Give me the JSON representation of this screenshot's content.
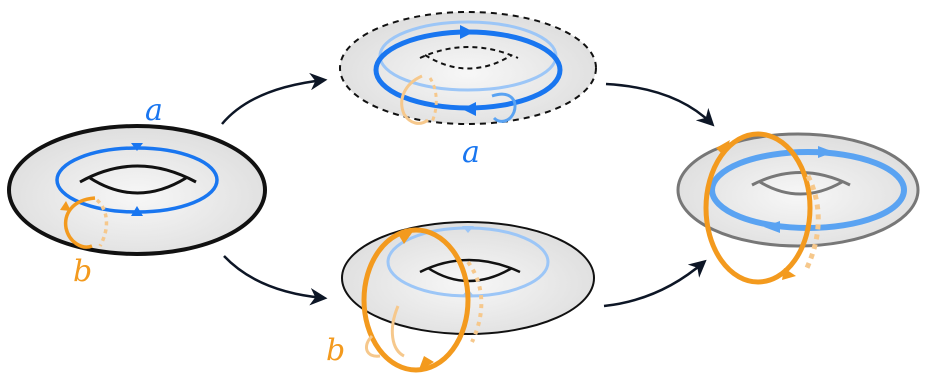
{
  "labels": {
    "left_a": "a",
    "left_b": "b",
    "top_a": "a",
    "bottom_b": "b"
  },
  "colors": {
    "blue": "#1976f0",
    "light_blue": "#9cc6f7",
    "mid_blue": "#5aa3f2",
    "orange": "#f39a1e",
    "light_orange": "#f6c88c",
    "torus_fill": "#ededed",
    "outline": "#111111",
    "gray_outline": "#777777"
  }
}
